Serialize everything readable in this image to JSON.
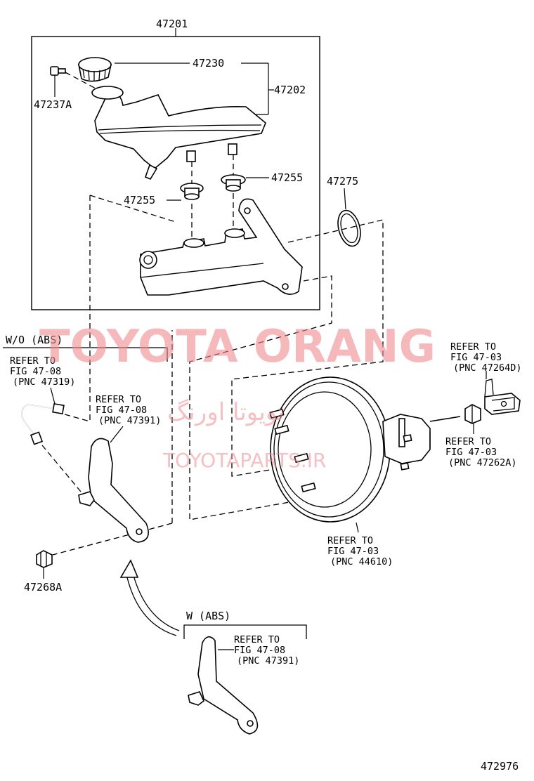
{
  "diagram": {
    "figure_number": "472976",
    "parts": {
      "p47201": "47201",
      "p47230": "47230",
      "p47202": "47202",
      "p47237A": "47237A",
      "p47255_right": "47255",
      "p47255_left": "47255",
      "p47275": "47275",
      "p47268A": "47268A"
    },
    "sections": {
      "wo_abs": "W/O (ABS)",
      "w_abs": "W (ABS)"
    },
    "references": {
      "ref_47319": {
        "line1": "REFER TO",
        "line2": "FIG 47-08",
        "line3": "(PNC 47319)"
      },
      "ref_47391_top": {
        "line1": "REFER TO",
        "line2": "FIG 47-08",
        "line3": "(PNC 47391)"
      },
      "ref_47264D": {
        "line1": "REFER TO",
        "line2": "FIG 47-03",
        "line3": "(PNC 47264D)"
      },
      "ref_47262A": {
        "line1": "REFER TO",
        "line2": "FIG 47-03",
        "line3": "(PNC 47262A)"
      },
      "ref_44610": {
        "line1": "REFER TO",
        "line2": "FIG 47-03",
        "line3": "(PNC 44610)"
      },
      "ref_47391_bottom": {
        "line1": "REFER TO",
        "line2": "FIG 47-08",
        "line3": "(PNC 47391)"
      }
    },
    "watermark": {
      "brand": "TOYOTA ORANG",
      "persian": "تویوتا اورنگ",
      "site": "TOYOTAPARTS.IR"
    },
    "colors": {
      "watermark": "#f08c90",
      "line": "#000000",
      "background": "#ffffff"
    }
  }
}
